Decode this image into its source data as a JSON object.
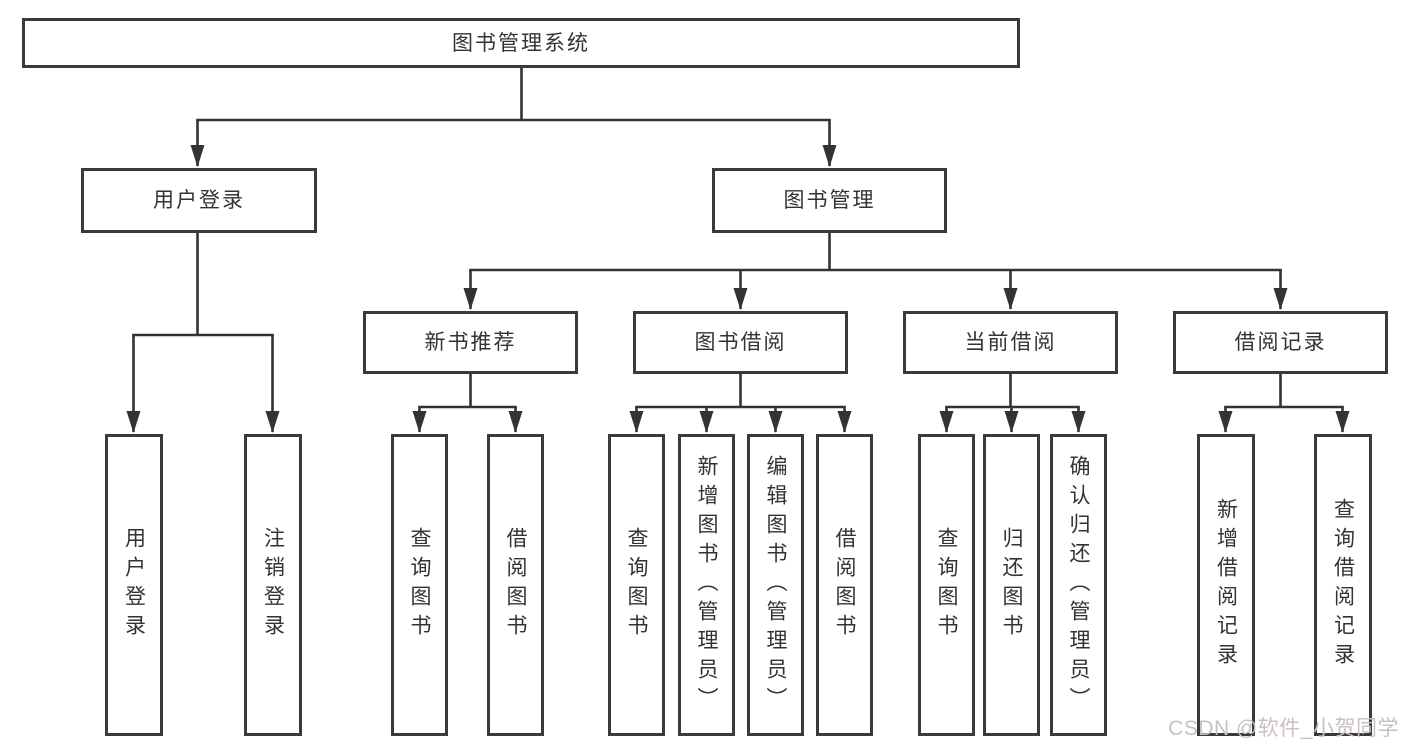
{
  "style": {
    "line_color": "#333333",
    "border_color": "#3a3a3a",
    "text_color": "#333333",
    "background": "#ffffff",
    "watermark_color": "#c9c0c0"
  },
  "watermark": {
    "text": "CSDN @软件_小贺同学"
  },
  "tree": {
    "root": {
      "label": "图书管理系统"
    },
    "user_login": {
      "label": "用户登录",
      "children": [
        {
          "label": "用户登录"
        },
        {
          "label": "注销登录"
        }
      ]
    },
    "book_management": {
      "label": "图书管理",
      "sections": [
        {
          "label": "新书推荐",
          "children": [
            {
              "label": "查询图书"
            },
            {
              "label": "借阅图书"
            }
          ]
        },
        {
          "label": "图书借阅",
          "children": [
            {
              "label": "查询图书"
            },
            {
              "label": "新增图书（管理员）"
            },
            {
              "label": "编辑图书（管理员）"
            },
            {
              "label": "借阅图书"
            }
          ]
        },
        {
          "label": "当前借阅",
          "children": [
            {
              "label": "查询图书"
            },
            {
              "label": "归还图书"
            },
            {
              "label": "确认归还（管理员）"
            }
          ]
        },
        {
          "label": "借阅记录",
          "children": [
            {
              "label": "新增借阅记录"
            },
            {
              "label": "查询借阅记录"
            }
          ]
        }
      ]
    }
  }
}
